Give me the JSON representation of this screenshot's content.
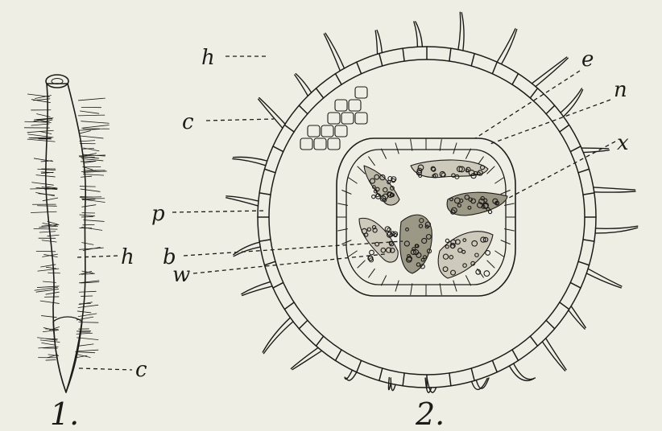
{
  "figure_1": {
    "number": "1.",
    "labels": {
      "h": "h",
      "c": "c"
    }
  },
  "figure_2": {
    "number": "2.",
    "labels": {
      "h": "h",
      "c": "c",
      "p": "p",
      "b": "b",
      "w": "w",
      "e": "e",
      "n": "n",
      "x": "x"
    }
  },
  "colors": {
    "paper": "#efeee4",
    "ink": "#1d1b18"
  }
}
